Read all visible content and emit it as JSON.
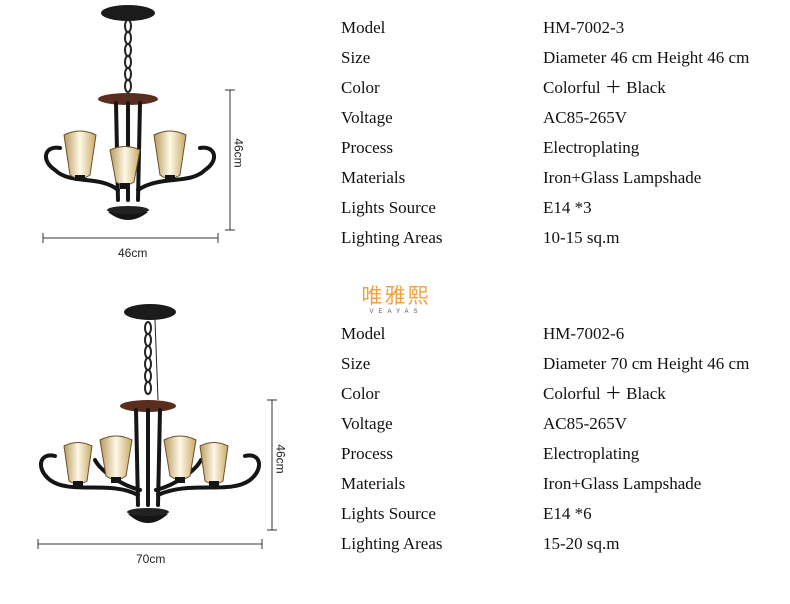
{
  "brand": {
    "name_cn": "唯雅熙",
    "name_en": "VEAYAS"
  },
  "products": [
    {
      "width_label": "46cm",
      "height_label": "46cm",
      "specs": [
        {
          "label": "Model",
          "value": "HM-7002-3"
        },
        {
          "label": "Size",
          "value": "Diameter 46 cm  Height 46 cm"
        },
        {
          "label": "Color",
          "value": "Colorful  ＋ Black"
        },
        {
          "label": "Voltage",
          "value": "AC85-265V"
        },
        {
          "label": "Process",
          "value": "Electroplating"
        },
        {
          "label": "Materials",
          "value": "Iron+Glass Lampshade"
        },
        {
          "label": "Lights Source",
          "value": "E14 *3"
        },
        {
          "label": "Lighting Areas",
          "value": "10-15 sq.m"
        }
      ]
    },
    {
      "width_label": "70cm",
      "height_label": "46cm",
      "specs": [
        {
          "label": "Model",
          "value": "HM-7002-6"
        },
        {
          "label": "Size",
          "value": "Diameter 70 cm  Height 46 cm"
        },
        {
          "label": "Color",
          "value": "Colorful  ＋ Black"
        },
        {
          "label": "Voltage",
          "value": "AC85-265V"
        },
        {
          "label": "Process",
          "value": "Electroplating"
        },
        {
          "label": "Materials",
          "value": "Iron+Glass Lampshade"
        },
        {
          "label": "Lights Source",
          "value": "E14 *6"
        },
        {
          "label": "Lighting Areas",
          "value": "15-20 sq.m"
        }
      ]
    }
  ]
}
